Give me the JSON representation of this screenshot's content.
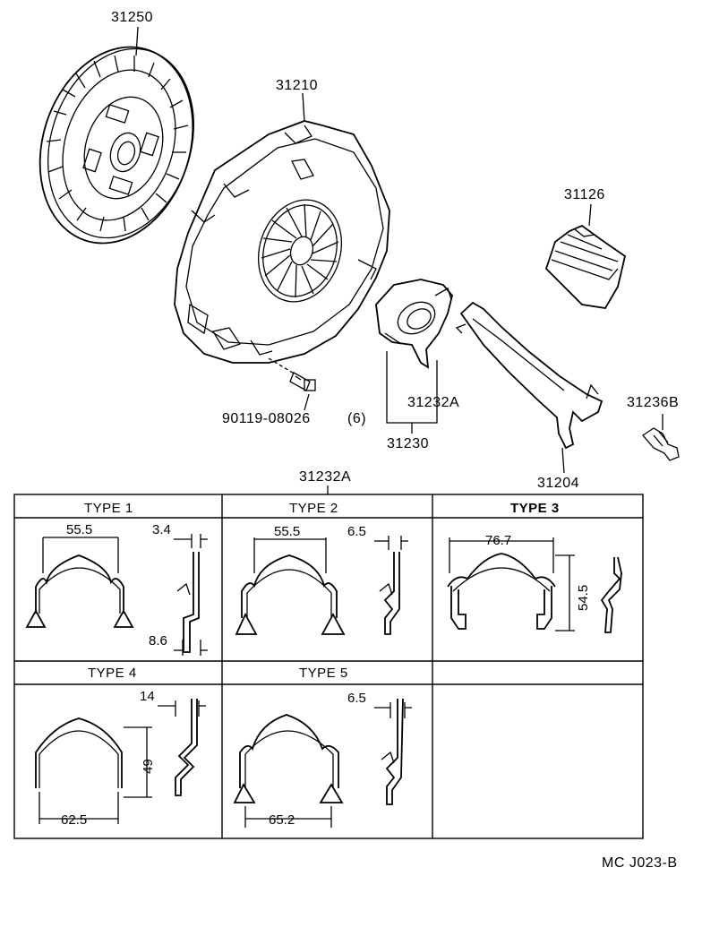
{
  "parts": {
    "clutch_disc": "31250",
    "clutch_cover": "31210",
    "release_boot": "31126",
    "release_bearing_hub_clip": "31232A",
    "release_bearing_assembly": "31230",
    "release_fork": "31204",
    "fork_support": "31236B",
    "bolt": "90119-08026",
    "bolt_qty": "(6)",
    "clip_table_ref": "31232A"
  },
  "types": [
    {
      "label": "TYPE 1",
      "width": "55.5",
      "thickness": "3.4",
      "depth": "8.6"
    },
    {
      "label": "TYPE 2",
      "width": "55.5",
      "thickness": "6.5"
    },
    {
      "label": "TYPE 3",
      "width": "76.7",
      "height": "54.5"
    },
    {
      "label": "TYPE 4",
      "width": "62.5",
      "height": "49",
      "thickness": "14"
    },
    {
      "label": "TYPE 5",
      "width": "65.2",
      "thickness": "6.5"
    }
  ],
  "figure_code": "MC J023-B"
}
